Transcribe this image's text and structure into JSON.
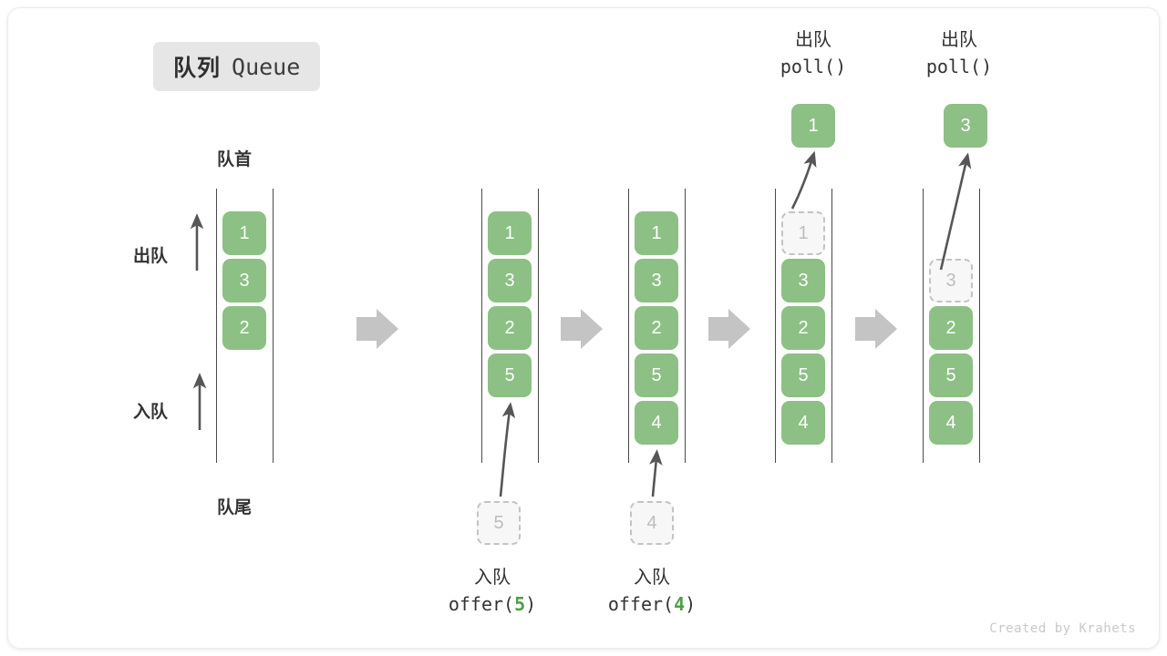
{
  "title": {
    "cn": "队列",
    "en": "Queue"
  },
  "labels": {
    "front": "队首",
    "rear": "队尾",
    "dequeue": "出队",
    "enqueue": "入队"
  },
  "credit": "Created by Krahets",
  "colors": {
    "element": "#8cc084",
    "ghost_fill": "#f7f7f7",
    "ghost_border": "#c3c3c3",
    "rail": "#4a4a4a",
    "step_arrow": "#c4c4c4",
    "accent_text": "#4e9e47",
    "badge_bg": "#e6e6e6"
  },
  "stages": [
    {
      "name": "initial",
      "cells": [
        "1",
        "3",
        "2"
      ],
      "side_labels": {
        "top": "出队",
        "bottom": "入队"
      },
      "axis_labels": {
        "top": "队首",
        "bottom": "队尾"
      }
    },
    {
      "name": "after-offer-5",
      "cells": [
        "1",
        "3",
        "2",
        "5"
      ],
      "incoming": "5",
      "op": {
        "cn": "入队",
        "fn": "offer(",
        "arg": "5",
        "fn_end": ")"
      }
    },
    {
      "name": "after-offer-4",
      "cells": [
        "1",
        "3",
        "2",
        "5",
        "4"
      ],
      "incoming": "4",
      "op": {
        "cn": "入队",
        "fn": "offer(",
        "arg": "4",
        "fn_end": ")"
      }
    },
    {
      "name": "after-poll-1",
      "cells": [
        "1",
        "3",
        "2",
        "5",
        "4"
      ],
      "removed_index": 0,
      "popped": "1",
      "op": {
        "cn": "出队",
        "fn": "poll()"
      }
    },
    {
      "name": "after-poll-3",
      "cells": [
        "3",
        "2",
        "5",
        "4"
      ],
      "removed_index": 0,
      "popped": "3",
      "op": {
        "cn": "出队",
        "fn": "poll()"
      }
    }
  ],
  "step_arrows": [
    {
      "name": "step-arrow-1"
    },
    {
      "name": "step-arrow-2"
    },
    {
      "name": "step-arrow-3"
    },
    {
      "name": "step-arrow-4"
    }
  ]
}
